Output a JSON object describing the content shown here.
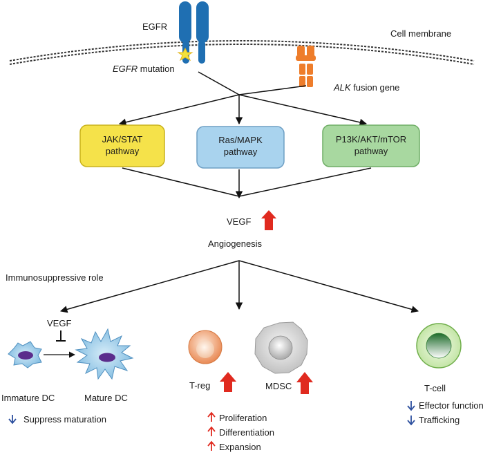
{
  "receptors": {
    "egfr_label": "EGFR",
    "membrane_label": "Cell membrane",
    "egfr_mutation_italic": "EGFR",
    "egfr_mutation_rest": " mutation",
    "alk_italic": "ALK",
    "alk_rest": " fusion gene"
  },
  "pathways": [
    {
      "line1": "JAK/STAT",
      "line2": "pathway",
      "fill": "#f5e24a",
      "stroke": "#c9b21d"
    },
    {
      "line1": "Ras/MAPK",
      "line2": "pathway",
      "fill": "#a9d3ee",
      "stroke": "#6e9fc4"
    },
    {
      "line1": "P13K/AKT/mTOR",
      "line2": "pathway",
      "fill": "#a8d8a0",
      "stroke": "#6fae66"
    }
  ],
  "vegf_label": "VEGF",
  "angiogenesis_label": "Angiogenesis",
  "immuno_label": "Immunosuppressive role",
  "dc": {
    "vegf_label": "VEGF",
    "immature_label": "Immature DC",
    "mature_label": "Mature DC",
    "effect": "Suppress maturation"
  },
  "treg_label": "T-reg",
  "mdsc_label": "MDSC",
  "center_effects": [
    "Proliferation",
    "Differentiation",
    "Expansion"
  ],
  "tcell": {
    "label": "T-cell",
    "effects": [
      "Effector function",
      "Trafficking"
    ]
  },
  "colors": {
    "up_arrow": "#e02a1f",
    "down_arrow": "#2c4f9e",
    "egfr_blue": "#1f6fb2",
    "alk_orange": "#ee7d2b"
  }
}
